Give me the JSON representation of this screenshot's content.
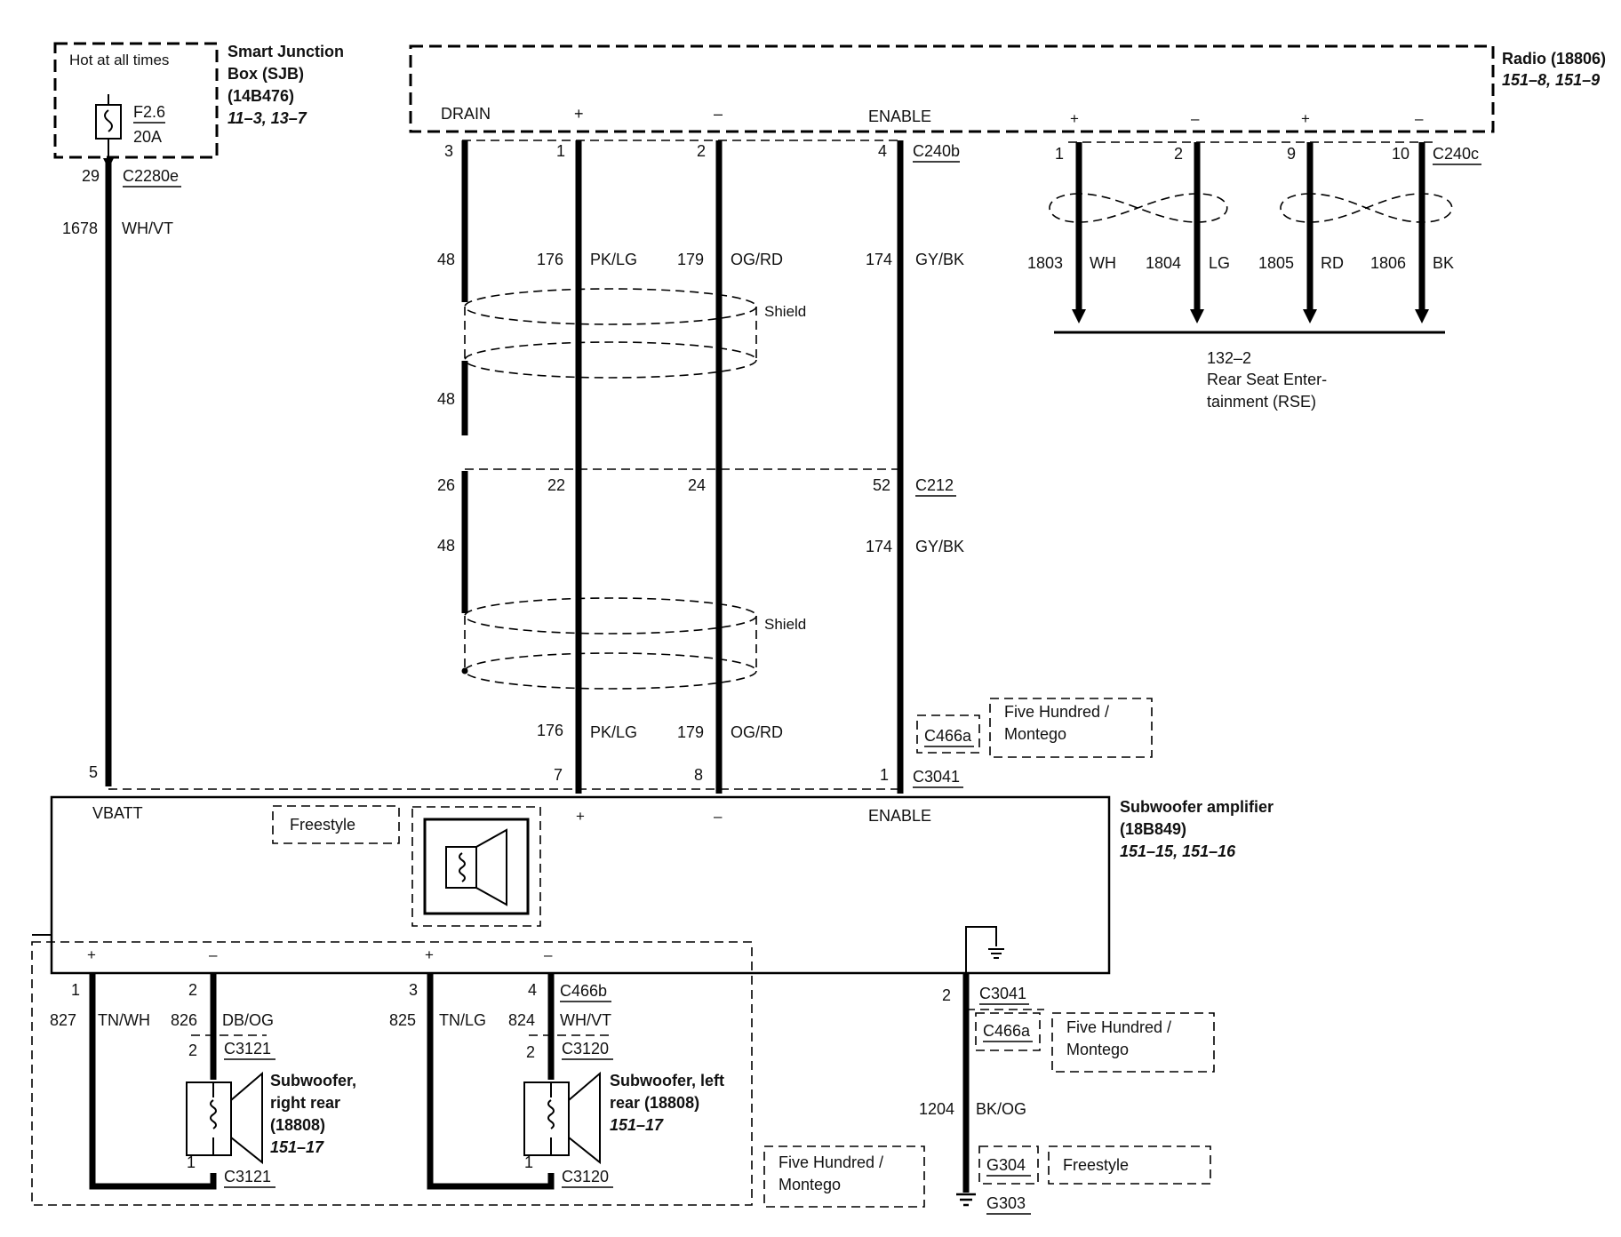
{
  "sjb": {
    "hot_label": "Hot at all times",
    "fuse_id": "F2.6",
    "fuse_rating": "20A",
    "name_line1": "Smart Junction",
    "name_line2": "Box (SJB)",
    "part": "(14B476)",
    "pages": "11–3, 13–7",
    "pin": "29",
    "connector": "C2280e",
    "circuit": "1678",
    "color": "WH/VT"
  },
  "radio": {
    "name": "Radio (18806)",
    "pages": "151–8, 151–9",
    "term_drain": "DRAIN",
    "term_plus": "+",
    "term_minus": "–",
    "term_enable": "ENABLE",
    "connector_b": "C240b",
    "connector_c": "C240c",
    "pins_b": [
      "3",
      "1",
      "2",
      "4"
    ],
    "pins_c": [
      "1",
      "2",
      "9",
      "10"
    ]
  },
  "wires_upper": [
    {
      "circuit": "48",
      "color": ""
    },
    {
      "circuit": "176",
      "color": "PK/LG"
    },
    {
      "circuit": "179",
      "color": "OG/RD"
    },
    {
      "circuit": "174",
      "color": "GY/BK"
    }
  ],
  "rse_wires": [
    {
      "circuit": "1803",
      "color": "WH"
    },
    {
      "circuit": "1804",
      "color": "LG"
    },
    {
      "circuit": "1805",
      "color": "RD"
    },
    {
      "circuit": "1806",
      "color": "BK"
    }
  ],
  "rse": {
    "page": "132–2",
    "line1": "Rear Seat Enter-",
    "line2": "tainment (RSE)"
  },
  "shield_label": "Shield",
  "drain_mid": "48",
  "c212": {
    "connector": "C212",
    "pins": [
      "26",
      "22",
      "24",
      "52"
    ],
    "drain_circuit": "48",
    "enable_circuit": "174",
    "enable_color": "GY/BK"
  },
  "lower_wires": [
    {
      "circuit": "176",
      "color": "PK/LG"
    },
    {
      "circuit": "179",
      "color": "OG/RD"
    }
  ],
  "c466a": "C466a",
  "five_hundred_line1": "Five Hundred /",
  "five_hundred_line2": "Montego",
  "freestyle": "Freestyle",
  "amp": {
    "connector": "C3041",
    "pins": [
      "5",
      "7",
      "8",
      "1"
    ],
    "vbatt": "VBATT",
    "plus": "+",
    "minus": "–",
    "enable": "ENABLE",
    "name_line1": "Subwoofer amplifier",
    "part": "(18B849)",
    "pages": "151–15, 151–16",
    "out_plus": "+",
    "out_minus": "–",
    "out_pins": [
      "1",
      "2",
      "3",
      "4"
    ],
    "out_connector": "C466b"
  },
  "sub_right": {
    "wires": [
      {
        "circuit": "827",
        "color": "TN/WH"
      },
      {
        "circuit": "826",
        "color": "DB/OG"
      }
    ],
    "connector": "C3121",
    "pin_top": "2",
    "pin_bottom": "1",
    "name_line1": "Subwoofer,",
    "name_line2": "right rear",
    "part": "(18808)",
    "page": "151–17"
  },
  "sub_left": {
    "wires": [
      {
        "circuit": "825",
        "color": "TN/LG"
      },
      {
        "circuit": "824",
        "color": "WH/VT"
      }
    ],
    "connector": "C3120",
    "pin_top": "2",
    "pin_bottom": "1",
    "name_line1": "Subwoofer, left",
    "name_line2": "rear (18808)",
    "page": "151–17"
  },
  "ground": {
    "pin": "2",
    "connector": "C3041",
    "circuit": "1204",
    "color": "BK/OG",
    "g304": "G304",
    "g303": "G303"
  }
}
